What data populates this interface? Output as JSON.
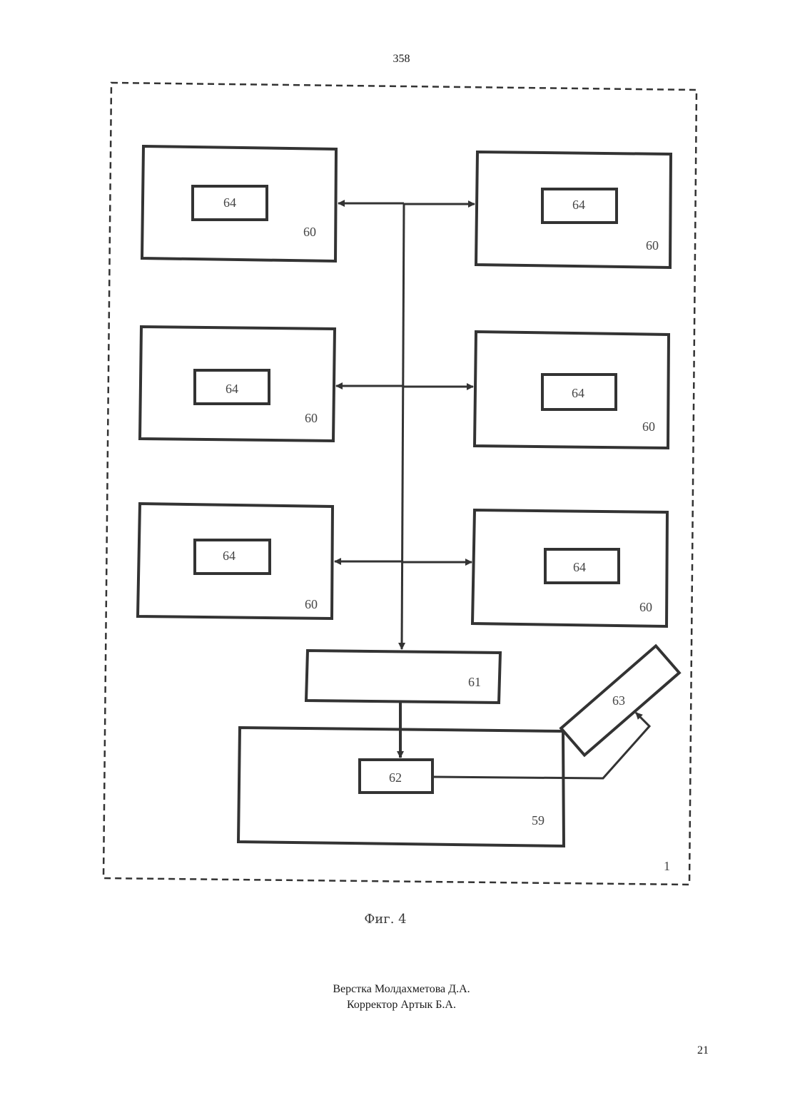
{
  "header": {
    "page_number": "358"
  },
  "figure": {
    "caption": "Фиг. 4",
    "enclosure_label": "1",
    "units": [
      {
        "outer_label": "60",
        "inner_label": "64"
      },
      {
        "outer_label": "60",
        "inner_label": "64"
      },
      {
        "outer_label": "60",
        "inner_label": "64"
      },
      {
        "outer_label": "60",
        "inner_label": "64"
      },
      {
        "outer_label": "60",
        "inner_label": "64"
      },
      {
        "outer_label": "60",
        "inner_label": "64"
      }
    ],
    "block_61": "61",
    "block_59": "59",
    "block_62": "62",
    "block_63": "63"
  },
  "footer": {
    "layout_credit": "Верстка Молдахметова Д.А.",
    "proof_credit": "Корректор Артык Б.А.",
    "page_number": "21"
  }
}
